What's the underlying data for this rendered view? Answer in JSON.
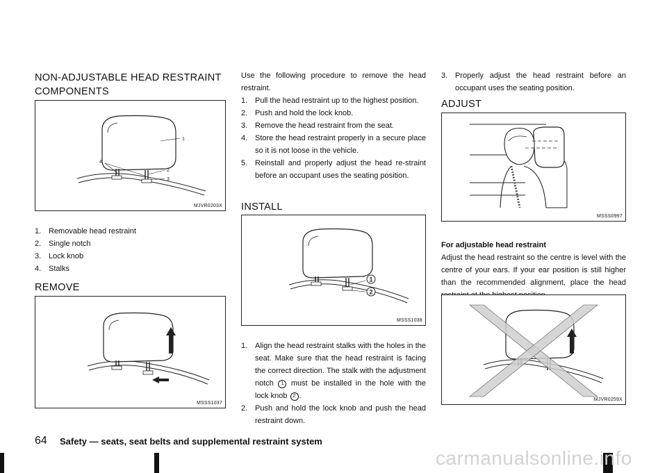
{
  "left": {
    "title_line1": "NON-ADJUSTABLE HEAD RESTRAINT",
    "title_line2": "COMPONENTS",
    "fig1_code": "MJVR0203X",
    "components": [
      {
        "num": "1.",
        "text": "Removable head restraint"
      },
      {
        "num": "2.",
        "text": "Single notch"
      },
      {
        "num": "3.",
        "text": "Lock knob"
      },
      {
        "num": "4.",
        "text": "Stalks"
      }
    ],
    "remove_title": "REMOVE",
    "fig2_code": "MSSS1037"
  },
  "middle": {
    "intro": "Use the following procedure to remove the head restraint.",
    "remove_steps": [
      {
        "num": "1.",
        "text": "Pull the head restraint up to the highest position."
      },
      {
        "num": "2.",
        "text": "Push and hold the lock knob."
      },
      {
        "num": "3.",
        "text": "Remove the head restraint from the seat."
      },
      {
        "num": "4.",
        "text": "Store the head restraint properly in a secure place so it is not loose in the vehicle."
      },
      {
        "num": "5.",
        "text": "Reinstall and properly adjust the head re-straint before an occupant uses the seating position."
      }
    ],
    "install_title": "INSTALL",
    "fig3_code": "MSSS1038",
    "install_step1": {
      "num": "1.",
      "text_a": "Align the head restraint stalks with the holes in the seat. Make sure that the head restraint is facing the correct direction. The stalk with the adjustment notch",
      "mark_a": "1",
      "text_b": "must be installed in the hole with the lock knob",
      "mark_b": "2",
      "text_c": "."
    },
    "install_step2": {
      "num": "2.",
      "text": "Push and hold the lock knob and push the head restraint down."
    }
  },
  "right": {
    "step3": {
      "num": "3.",
      "text": "Properly adjust the head restraint before an occupant uses the seating position."
    },
    "adjust_title": "ADJUST",
    "fig4_code": "MSSS0997",
    "subhead": "For adjustable head restraint",
    "adjust_text": "Adjust the head restraint so the centre is level with the centre of your ears. If your ear position is still higher than the recommended alignment, place the head restraint at the highest position.",
    "fig5_code": "MJVR0259X"
  },
  "footer": {
    "page_number": "64",
    "section": "Safety — seats, seat belts and supplemental restraint system",
    "watermark": "carmanualsonline.info"
  },
  "fig1_labels": [
    "1",
    "2",
    "3",
    "4"
  ]
}
